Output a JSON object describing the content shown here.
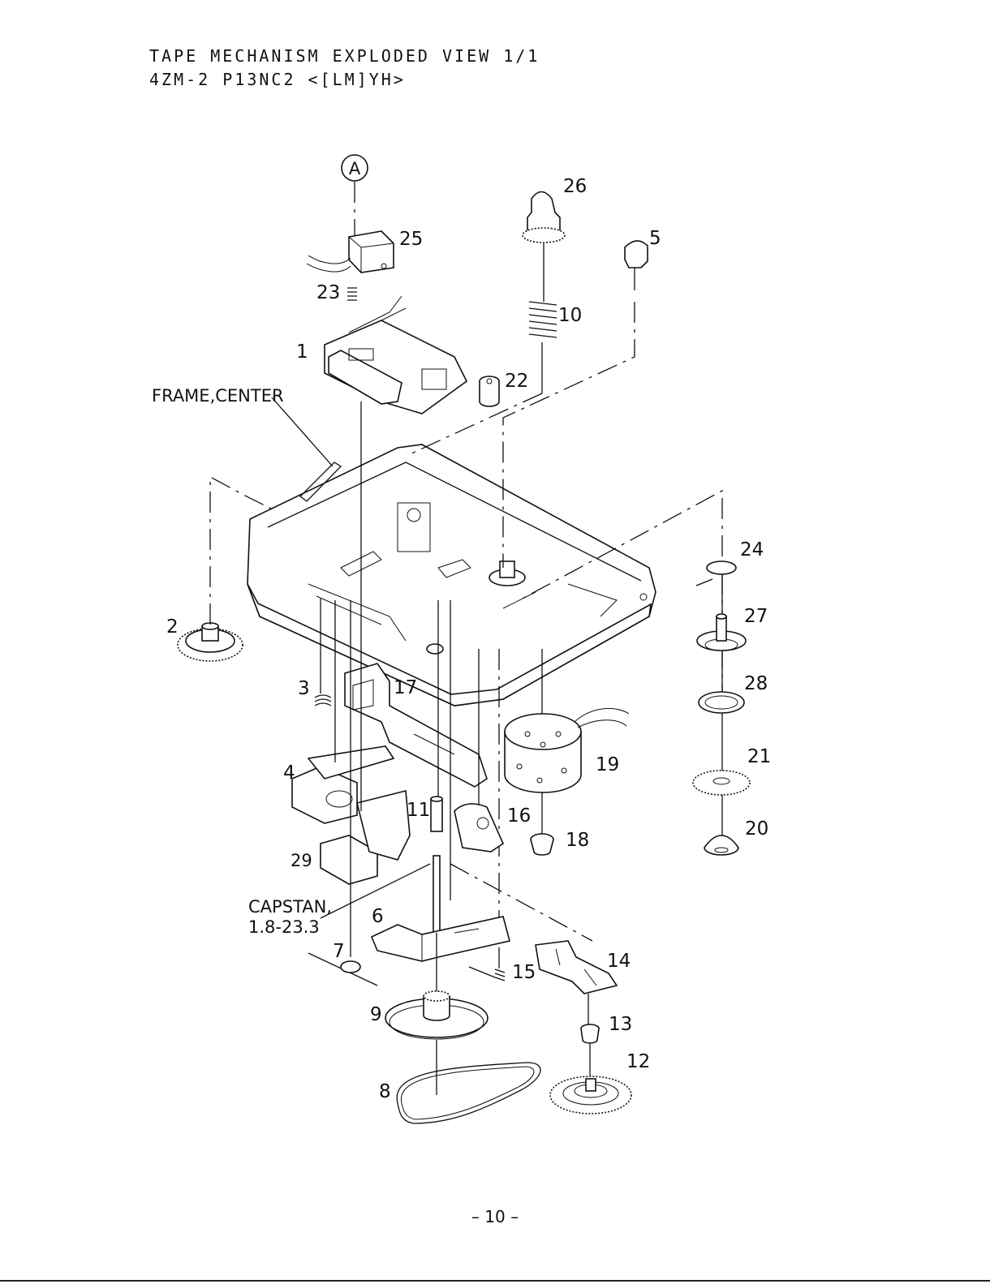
{
  "header": {
    "title": "TAPE MECHANISM EXPLODED VIEW 1/1",
    "model": "4ZM-2 P13NC2 <[LM]YH>"
  },
  "reference_marker": "A",
  "labels": {
    "frame_center": "FRAME,CENTER",
    "capstan_line1": "CAPSTAN,",
    "capstan_line2": "1.8-23.3"
  },
  "part_numbers": {
    "p1": "1",
    "p2": "2",
    "p3": "3",
    "p4": "4",
    "p5": "5",
    "p6": "6",
    "p7": "7",
    "p8": "8",
    "p9": "9",
    "p10": "10",
    "p11": "11",
    "p12": "12",
    "p13": "13",
    "p14": "14",
    "p15": "15",
    "p16": "16",
    "p17": "17",
    "p18": "18",
    "p19": "19",
    "p20": "20",
    "p21": "21",
    "p22": "22",
    "p23": "23",
    "p24": "24",
    "p25": "25",
    "p26": "26",
    "p27": "27",
    "p28": "28",
    "p29": "29"
  },
  "footer": {
    "page": "– 10 –"
  }
}
